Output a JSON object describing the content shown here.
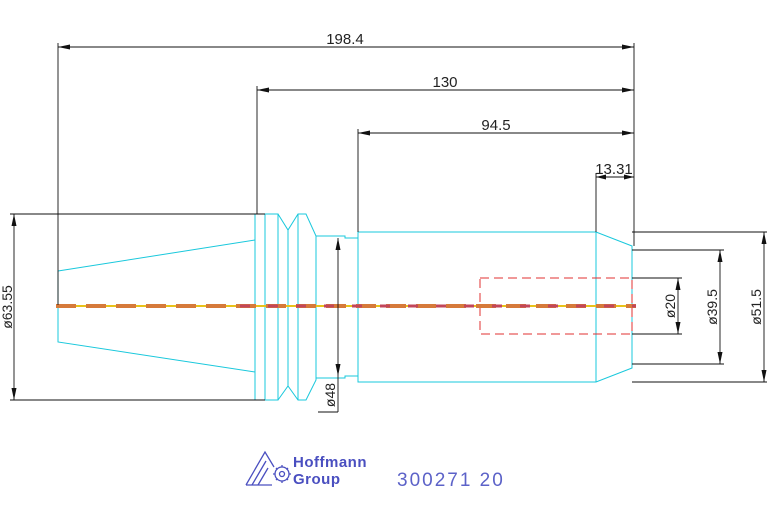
{
  "dimensions": {
    "total_length": "198.4",
    "length_130": "130",
    "length_94_5": "94.5",
    "length_13_31": "13.31",
    "dia_63_55": "ø63.55",
    "dia_48": "ø48",
    "dia_20": "ø20",
    "dia_39_5": "ø39.5",
    "dia_51_5": "ø51.5"
  },
  "logo": {
    "line1": "Hoffmann",
    "line2": "Group"
  },
  "part_number": "300271  20",
  "colors": {
    "outline": "#19c8dc",
    "dimension": "#111111",
    "centerline_yellow": "#e8c21a",
    "centerline_red": "#d63a3a",
    "hidden": "#e03030",
    "logo": "#4a4fc0"
  }
}
